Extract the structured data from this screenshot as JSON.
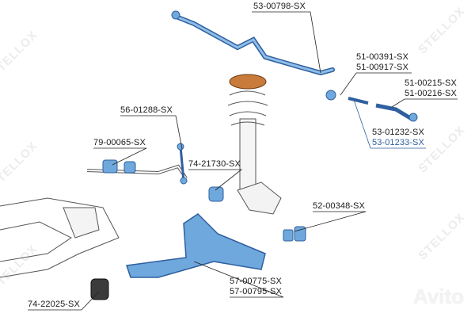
{
  "watermark": {
    "brand": "STELLOX",
    "site": "Avito"
  },
  "colors": {
    "part": "#6fa8dc",
    "part_dark": "#2f5f9e",
    "line": "#222222",
    "highlight": "#2f5f9e"
  },
  "parts": {
    "tie_rod_assembly": "53-00798-SX",
    "inner_joint_a": "51-00391-SX",
    "inner_joint_b": "51-00917-SX",
    "tie_rod_end_a": "51-00215-SX",
    "tie_rod_end_b": "51-00216-SX",
    "tie_rod_a": "53-01232-SX",
    "tie_rod_b": "53-01233-SX",
    "stabilizer_link": "56-01288-SX",
    "stabilizer_bushing": "79-00065-SX",
    "link_bushing": "74-21730-SX",
    "ball_joint": "52-00348-SX",
    "control_arm_a": "57-00775-SX",
    "control_arm_b": "57-00795-SX",
    "arm_bushing": "74-22025-SX"
  }
}
